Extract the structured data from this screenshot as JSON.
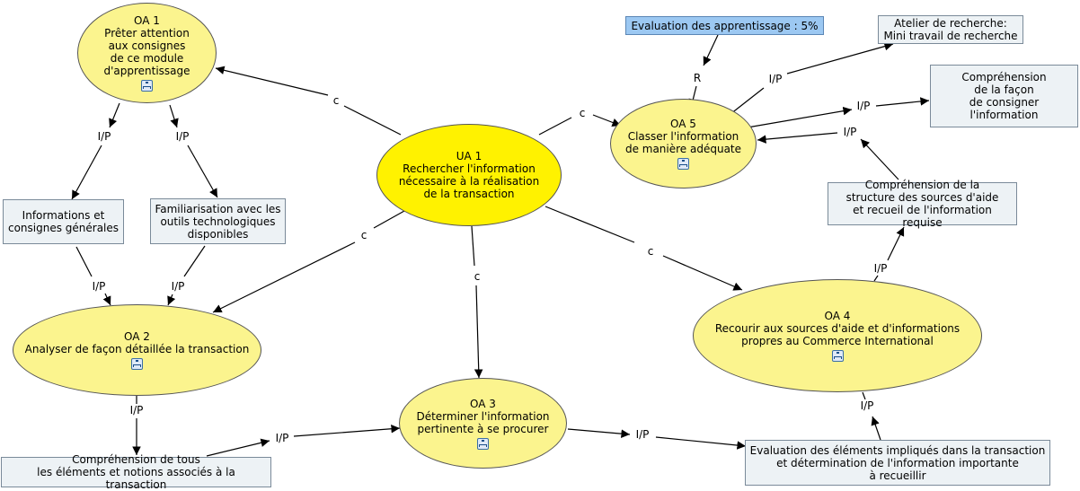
{
  "nodes": {
    "oa1": {
      "text": "OA 1\nPrêter attention\naux consignes\nde ce module\nd'apprentissage",
      "icon": "concept-map-icon"
    },
    "ua1": {
      "text": "UA 1\nRechercher l'information\nnécessaire à la réalisation\nde la transaction"
    },
    "oa5": {
      "text": "OA 5\nClasser l'information\nde manière adéquate",
      "icon": "concept-map-icon"
    },
    "oa2": {
      "text": "OA 2\nAnalyser de façon détaillée la transaction",
      "icon": "concept-map-icon"
    },
    "oa3": {
      "text": "OA 3\nDéterminer l'information\npertinente à se procurer",
      "icon": "concept-map-icon"
    },
    "oa4": {
      "text": "OA 4\nRecourir aux sources d'aide et d'informations\npropres au Commerce International",
      "icon": "concept-map-icon"
    },
    "eval5": {
      "text": "Evaluation des apprentissage : 5%"
    },
    "atelier": {
      "text": "Atelier de recherche:\nMini travail de recherche"
    },
    "comp_facon": {
      "text": "Compréhension\nde la façon\nde consigner l'information"
    },
    "comp_struct": {
      "text": "Compréhension de la\nstructure des sources d'aide\net recueil de l'information requise"
    },
    "info_gen": {
      "text": "Informations et\nconsignes générales"
    },
    "familiar": {
      "text": "Familiarisation avec les\noutils technologiques\ndisponibles"
    },
    "comp_tous": {
      "text": "Compréhension de tous\nles éléments et notions associés à la transaction"
    },
    "eval_elem": {
      "text": "Evaluation des éléments impliqués dans la transaction\net détermination de l'information importante\nà recueillir"
    }
  },
  "links": {
    "l_ua1_oa1": "c",
    "l_ua1_oa5": "c",
    "l_ua1_oa2": "c",
    "l_ua1_oa3": "c",
    "l_ua1_oa4": "c",
    "l_oa1_info": "I/P",
    "l_oa1_fam": "I/P",
    "l_info_oa2": "I/P",
    "l_fam_oa2": "I/P",
    "l_oa2_comp": "I/P",
    "l_comp_oa3": "I/P",
    "l_oa3_eval": "I/P",
    "l_eval_oa4": "I/P",
    "l_oa4_struct": "I/P",
    "l_struct_oa5": "I/P",
    "l_oa5_facon": "I/P",
    "l_oa5_atelier": "I/P",
    "l_eval5_oa5": "R"
  },
  "colors": {
    "ellipse_fill": "#fbf48e",
    "main_fill": "#fff200",
    "box_fill": "#edf2f5",
    "eval_fill": "#9cc8f2",
    "line": "#000000"
  }
}
